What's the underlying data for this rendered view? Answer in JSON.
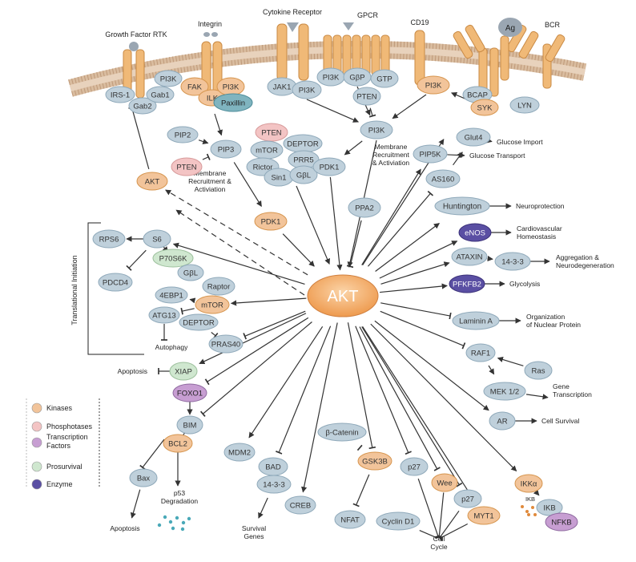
{
  "receptors": {
    "rtk": "Growth Factor RTK",
    "integrin": "Integrin",
    "cytokine": "Cytokine Receptor",
    "gpcr": "GPCR",
    "cd19": "CD19",
    "bcr": "BCR",
    "ag": "Ag"
  },
  "nodes": {
    "irs1": "IRS-1",
    "gab2": "Gab2",
    "gab1": "Gab1",
    "pi3k_rtk": "PI3K",
    "fak": "FAK",
    "ilk": "ILK",
    "pi3k_int": "PI3K",
    "paxillin": "Paxillin",
    "jak1": "JAK1",
    "pi3k_cyt": "PI3K",
    "pi3k_gpcr": "PI3K",
    "gbp": "GβP",
    "gtp": "GTP",
    "pten_gpcr": "PTEN",
    "pi3k_cd19": "PI3K",
    "bcap": "BCAP",
    "syk": "SYK",
    "lyn": "LYN",
    "pi3k_center": "PI3K",
    "pip2": "PIP2",
    "pip3": "PIP3",
    "pten_left": "PTEN",
    "akt_small": "AKT",
    "pten_mtor": "PTEN",
    "mtor_c2": "mTOR",
    "deptor_c2": "DEPTOR",
    "rictor": "Rictor",
    "prr5": "PRR5",
    "sin1": "Sin1",
    "gbl_c2": "GβL",
    "pdk1_right": "PDK1",
    "pdk1_left": "PDK1",
    "ppa2": "PPA2",
    "akt": "AKT",
    "rps6": "RPS6",
    "s6": "S6",
    "p70s6k": "P70S6K",
    "pdcd4": "PDCD4",
    "gbl": "GβL",
    "raptor": "Raptor",
    "ebp1": "4EBP1",
    "mtor": "mTOR",
    "atg13": "ATG13",
    "deptor": "DEPTOR",
    "pras40": "PRAS40",
    "xiap": "XIAP",
    "foxo1": "FOXO1",
    "bim": "BIM",
    "bcl2": "BCL2",
    "bax": "Bax",
    "mdm2": "MDM2",
    "bad": "BAD",
    "p1433_bad": "14-3-3",
    "creb": "CREB",
    "bcatenin": "β-Catenin",
    "gsk3b": "GSK3B",
    "nfat": "NFAT",
    "p27a": "p27",
    "wee": "Wee",
    "p27b": "p27",
    "cyclind1": "Cyclin D1",
    "myt1": "MYT1",
    "ikka": "IKKα",
    "ikb": "IKB",
    "nfkb": "NFKB",
    "glut4": "Glut4",
    "pip5k": "PIP5K",
    "as160": "AS160",
    "huntington": "Huntington",
    "enos": "eNOS",
    "ataxin": "ATAXIN",
    "p1433_r": "14-3-3",
    "pfkfb2": "PFKFB2",
    "lamin": "Laminin A",
    "raf1": "RAF1",
    "ras": "Ras",
    "mek": "MEK 1/2",
    "ar": "AR"
  },
  "labels": {
    "membrane_left": [
      "Membrane",
      "Recruitment &",
      "Activiation"
    ],
    "membrane_center": [
      "Membrane",
      "Recruitment",
      "& Activiation"
    ],
    "translational": "Translational Initiation",
    "autophagy": "Autophagy",
    "apoptosis_xiap": "Apoptosis",
    "apoptosis_bax": "Apoptosis",
    "p53": [
      "p53",
      "Degradation"
    ],
    "survival_genes": [
      "Survival",
      "Genes"
    ],
    "cell_cycle": [
      "Cell",
      "Cycle"
    ],
    "ikb_small": "IKB",
    "glucose_import": "Glucose Import",
    "glucose_transport": "Glucose Transport",
    "neuroprotection": "Neuroprotection",
    "cardio": [
      "Cardiovascular",
      "Homeostasis"
    ],
    "aggregation": [
      "Aggregation &",
      "Neurodegeneration"
    ],
    "glycolysis": "Glycolysis",
    "nuclear": [
      "Organization",
      "of Nuclear Protein"
    ],
    "gene_trans": [
      "Gene",
      "Transcription"
    ],
    "cell_survival": "Cell Survival"
  },
  "legend": [
    {
      "label": "Kinases",
      "color": "#f2c49a"
    },
    {
      "label": "Phosphotases",
      "color": "#f3c4c4"
    },
    {
      "label": "Transcription Factors",
      "color": "#c79ed2"
    },
    {
      "label": "Prosurvival",
      "color": "#cfe7cf"
    },
    {
      "label": "Enzyme",
      "color": "#5a4fa3"
    }
  ],
  "colors": {
    "default": "#bfd0db",
    "kinase": "#f2c49a",
    "phosphatase": "#f3c4c4",
    "tf": "#c79ed2",
    "prosurvival": "#cfe7cf",
    "enzyme": "#5a4fa3",
    "akt": "#f0a35c",
    "membrane": "#d6b79a",
    "receptor": "#f0b977"
  }
}
